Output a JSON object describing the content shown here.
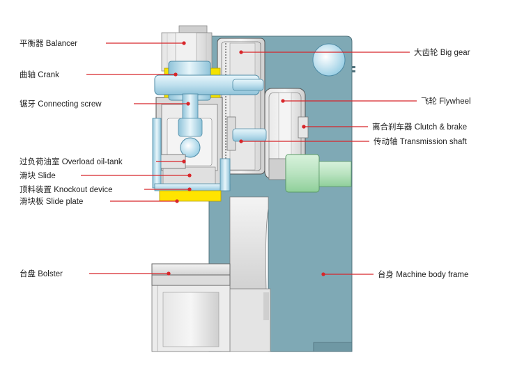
{
  "labels": {
    "balancer": "平衡器 Balancer",
    "crank": "曲轴 Crank",
    "connecting_screw": "锯牙 Connecting screw",
    "overload_oil_tank": "过负荷油室 Overload oil-tank",
    "slide": "滑块 Slide",
    "knockout_device": "顶料装置 Knockout device",
    "slide_plate": "滑块板 Slide plate",
    "bolster": "台盘 Bolster",
    "big_gear": "大齿轮 Big gear",
    "flywheel": "飞轮 Flywheel",
    "clutch_brake": "离合刹车器 Clutch & brake",
    "transmission_shaft": "传动轴 Transmission shaft",
    "machine_body_frame": "台身 Machine body frame"
  },
  "colors": {
    "frame": "#7fa9b5",
    "frame_edge": "#51727c",
    "crank": "#bfe0ee",
    "leader": "#d8262a",
    "slide_plate": "#ffe400",
    "motor": "#b9e3c0",
    "gear": "#cdcdcd",
    "line": "#4a4a4a"
  }
}
